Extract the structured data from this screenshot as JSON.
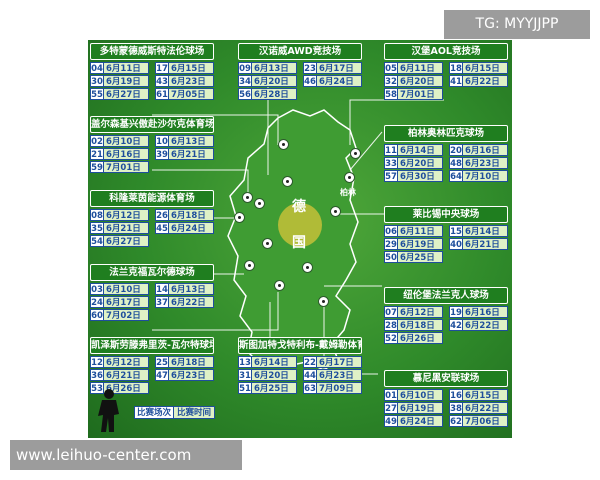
{
  "watermarks": {
    "tg": "TG: MYYJJPP",
    "site": "www.leihuo-center.com"
  },
  "map": {
    "country_char_1": "德",
    "country_char_2": "国",
    "city_berlin": "柏林"
  },
  "legend": {
    "match_no": "比赛场次",
    "match_time": "比赛时间"
  },
  "venues": [
    {
      "name": "多特蒙德威斯特法伦球场",
      "matches": [
        [
          "04",
          "6月11日"
        ],
        [
          "17",
          "6月15日"
        ],
        [
          "30",
          "6月19日"
        ],
        [
          "43",
          "6月23日"
        ],
        [
          "55",
          "6月27日"
        ],
        [
          "61",
          "7月05日"
        ]
      ]
    },
    {
      "name": "汉诺威AWD竞技场",
      "matches": [
        [
          "09",
          "6月13日"
        ],
        [
          "23",
          "6月17日"
        ],
        [
          "34",
          "6月20日"
        ],
        [
          "46",
          "6月24日"
        ],
        [
          "56",
          "6月28日"
        ]
      ]
    },
    {
      "name": "汉堡AOL竞技场",
      "matches": [
        [
          "05",
          "6月11日"
        ],
        [
          "18",
          "6月15日"
        ],
        [
          "32",
          "6月20日"
        ],
        [
          "41",
          "6月22日"
        ],
        [
          "58",
          "7月01日"
        ]
      ]
    },
    {
      "name": "盖尔森基兴傲赴沙尔克体育场",
      "matches": [
        [
          "02",
          "6月10日"
        ],
        [
          "10",
          "6月13日"
        ],
        [
          "21",
          "6月16日"
        ],
        [
          "39",
          "6月21日"
        ],
        [
          "59",
          "7月01日"
        ]
      ]
    },
    {
      "name": "柏林奥林匹克球场",
      "matches": [
        [
          "11",
          "6月14日"
        ],
        [
          "20",
          "6月16日"
        ],
        [
          "33",
          "6月20日"
        ],
        [
          "48",
          "6月23日"
        ],
        [
          "57",
          "6月30日"
        ],
        [
          "64",
          "7月10日"
        ]
      ]
    },
    {
      "name": "科隆莱茵能源体育场",
      "matches": [
        [
          "08",
          "6月12日"
        ],
        [
          "26",
          "6月18日"
        ],
        [
          "35",
          "6月21日"
        ],
        [
          "45",
          "6月24日"
        ],
        [
          "54",
          "6月27日"
        ]
      ]
    },
    {
      "name": "莱比锡中央球场",
      "matches": [
        [
          "06",
          "6月11日"
        ],
        [
          "15",
          "6月14日"
        ],
        [
          "29",
          "6月19日"
        ],
        [
          "40",
          "6月21日"
        ],
        [
          "50",
          "6月25日"
        ]
      ]
    },
    {
      "name": "法兰克福瓦尔德球场",
      "matches": [
        [
          "03",
          "6月10日"
        ],
        [
          "14",
          "6月13日"
        ],
        [
          "24",
          "6月17日"
        ],
        [
          "37",
          "6月22日"
        ],
        [
          "60",
          "7月02日"
        ]
      ]
    },
    {
      "name": "纽伦堡法兰克人球场",
      "matches": [
        [
          "07",
          "6月12日"
        ],
        [
          "19",
          "6月16日"
        ],
        [
          "28",
          "6月18日"
        ],
        [
          "42",
          "6月22日"
        ],
        [
          "52",
          "6月26日"
        ]
      ]
    },
    {
      "name": "凯泽斯劳滕弗里茨-瓦尔特球场",
      "matches": [
        [
          "12",
          "6月12日"
        ],
        [
          "25",
          "6月18日"
        ],
        [
          "36",
          "6月21日"
        ],
        [
          "47",
          "6月23日"
        ],
        [
          "53",
          "6月26日"
        ]
      ]
    },
    {
      "name": "斯图加特戈特利布-戴姆勒体育场",
      "matches": [
        [
          "13",
          "6月14日"
        ],
        [
          "22",
          "6月17日"
        ],
        [
          "31",
          "6月20日"
        ],
        [
          "44",
          "6月23日"
        ],
        [
          "51",
          "6月25日"
        ],
        [
          "63",
          "7月09日"
        ]
      ]
    },
    {
      "name": "慕尼黑安联球场",
      "matches": [
        [
          "01",
          "6月10日"
        ],
        [
          "16",
          "6月15日"
        ],
        [
          "27",
          "6月19日"
        ],
        [
          "38",
          "6月22日"
        ],
        [
          "49",
          "6月24日"
        ],
        [
          "62",
          "7月06日"
        ]
      ]
    }
  ]
}
